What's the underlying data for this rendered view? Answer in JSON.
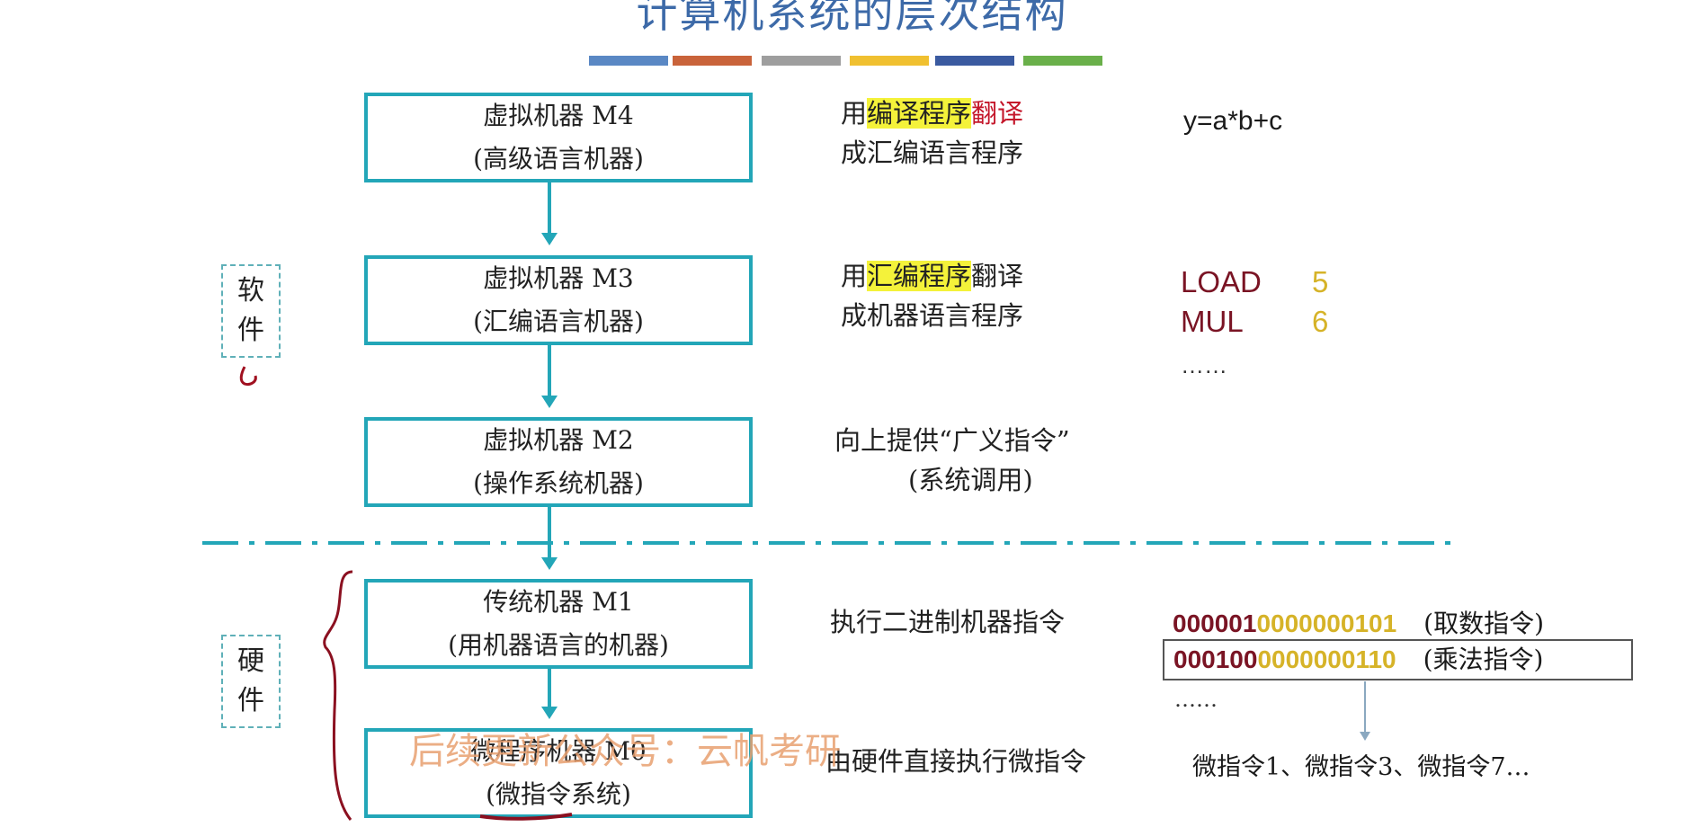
{
  "title": "计算机系统的层次结构",
  "colors": {
    "accent_box": "#23a6b8",
    "title": "#3d6aa8",
    "bars": [
      "#5a88c4",
      "#c9633a",
      "#9e9e9e",
      "#f0c030",
      "#3a5aa0",
      "#6ab04a"
    ],
    "highlight": "#f4f23a",
    "red": "#c4162a",
    "maroon": "#7a1424",
    "gold": "#d6b328"
  },
  "levels": {
    "m4": {
      "name": "虚拟机器 M4",
      "sub": "(高级语言机器)"
    },
    "m3": {
      "name": "虚拟机器 M3",
      "sub": "(汇编语言机器)"
    },
    "m2": {
      "name": "虚拟机器 M2",
      "sub": "(操作系统机器)"
    },
    "m1": {
      "name": "传统机器 M1",
      "sub": "(用机器语言的机器)"
    },
    "m0": {
      "name": "微程序机器 M0",
      "sub": "(微指令系统)"
    }
  },
  "descriptions": {
    "m4": {
      "pre": "用",
      "hl": "编译程序",
      "red": "翻译",
      "line2": "成汇编语言程序"
    },
    "m3": {
      "pre": "用",
      "hl": "汇编程序",
      "post": "翻译",
      "line2": "成机器语言程序"
    },
    "m2": {
      "line1": "向上提供“广义指令”",
      "line2": "(系统调用)"
    },
    "m1": {
      "line1": "执行二进制机器指令"
    },
    "m0": {
      "line1": "由硬件直接执行微指令"
    }
  },
  "examples": {
    "m4_expr": "y=a*b+c",
    "m3_lines": [
      {
        "op": "LOAD",
        "arg": "5"
      },
      {
        "op": "MUL",
        "arg": "6"
      }
    ],
    "m3_ellipsis": "……",
    "m1_lines": [
      {
        "op_bits": "000001",
        "addr_bits": "0000000101",
        "note": "(取数指令)"
      },
      {
        "op_bits": "000100",
        "addr_bits": "0000000110",
        "note": "(乘法指令)"
      }
    ],
    "m1_ellipsis": "……",
    "m0_line": "微指令1、微指令3、微指令7…"
  },
  "side_labels": {
    "software": [
      "软",
      "件"
    ],
    "hardware": [
      "硬",
      "件"
    ]
  },
  "watermark": "后续更新公众号：云帆考研"
}
